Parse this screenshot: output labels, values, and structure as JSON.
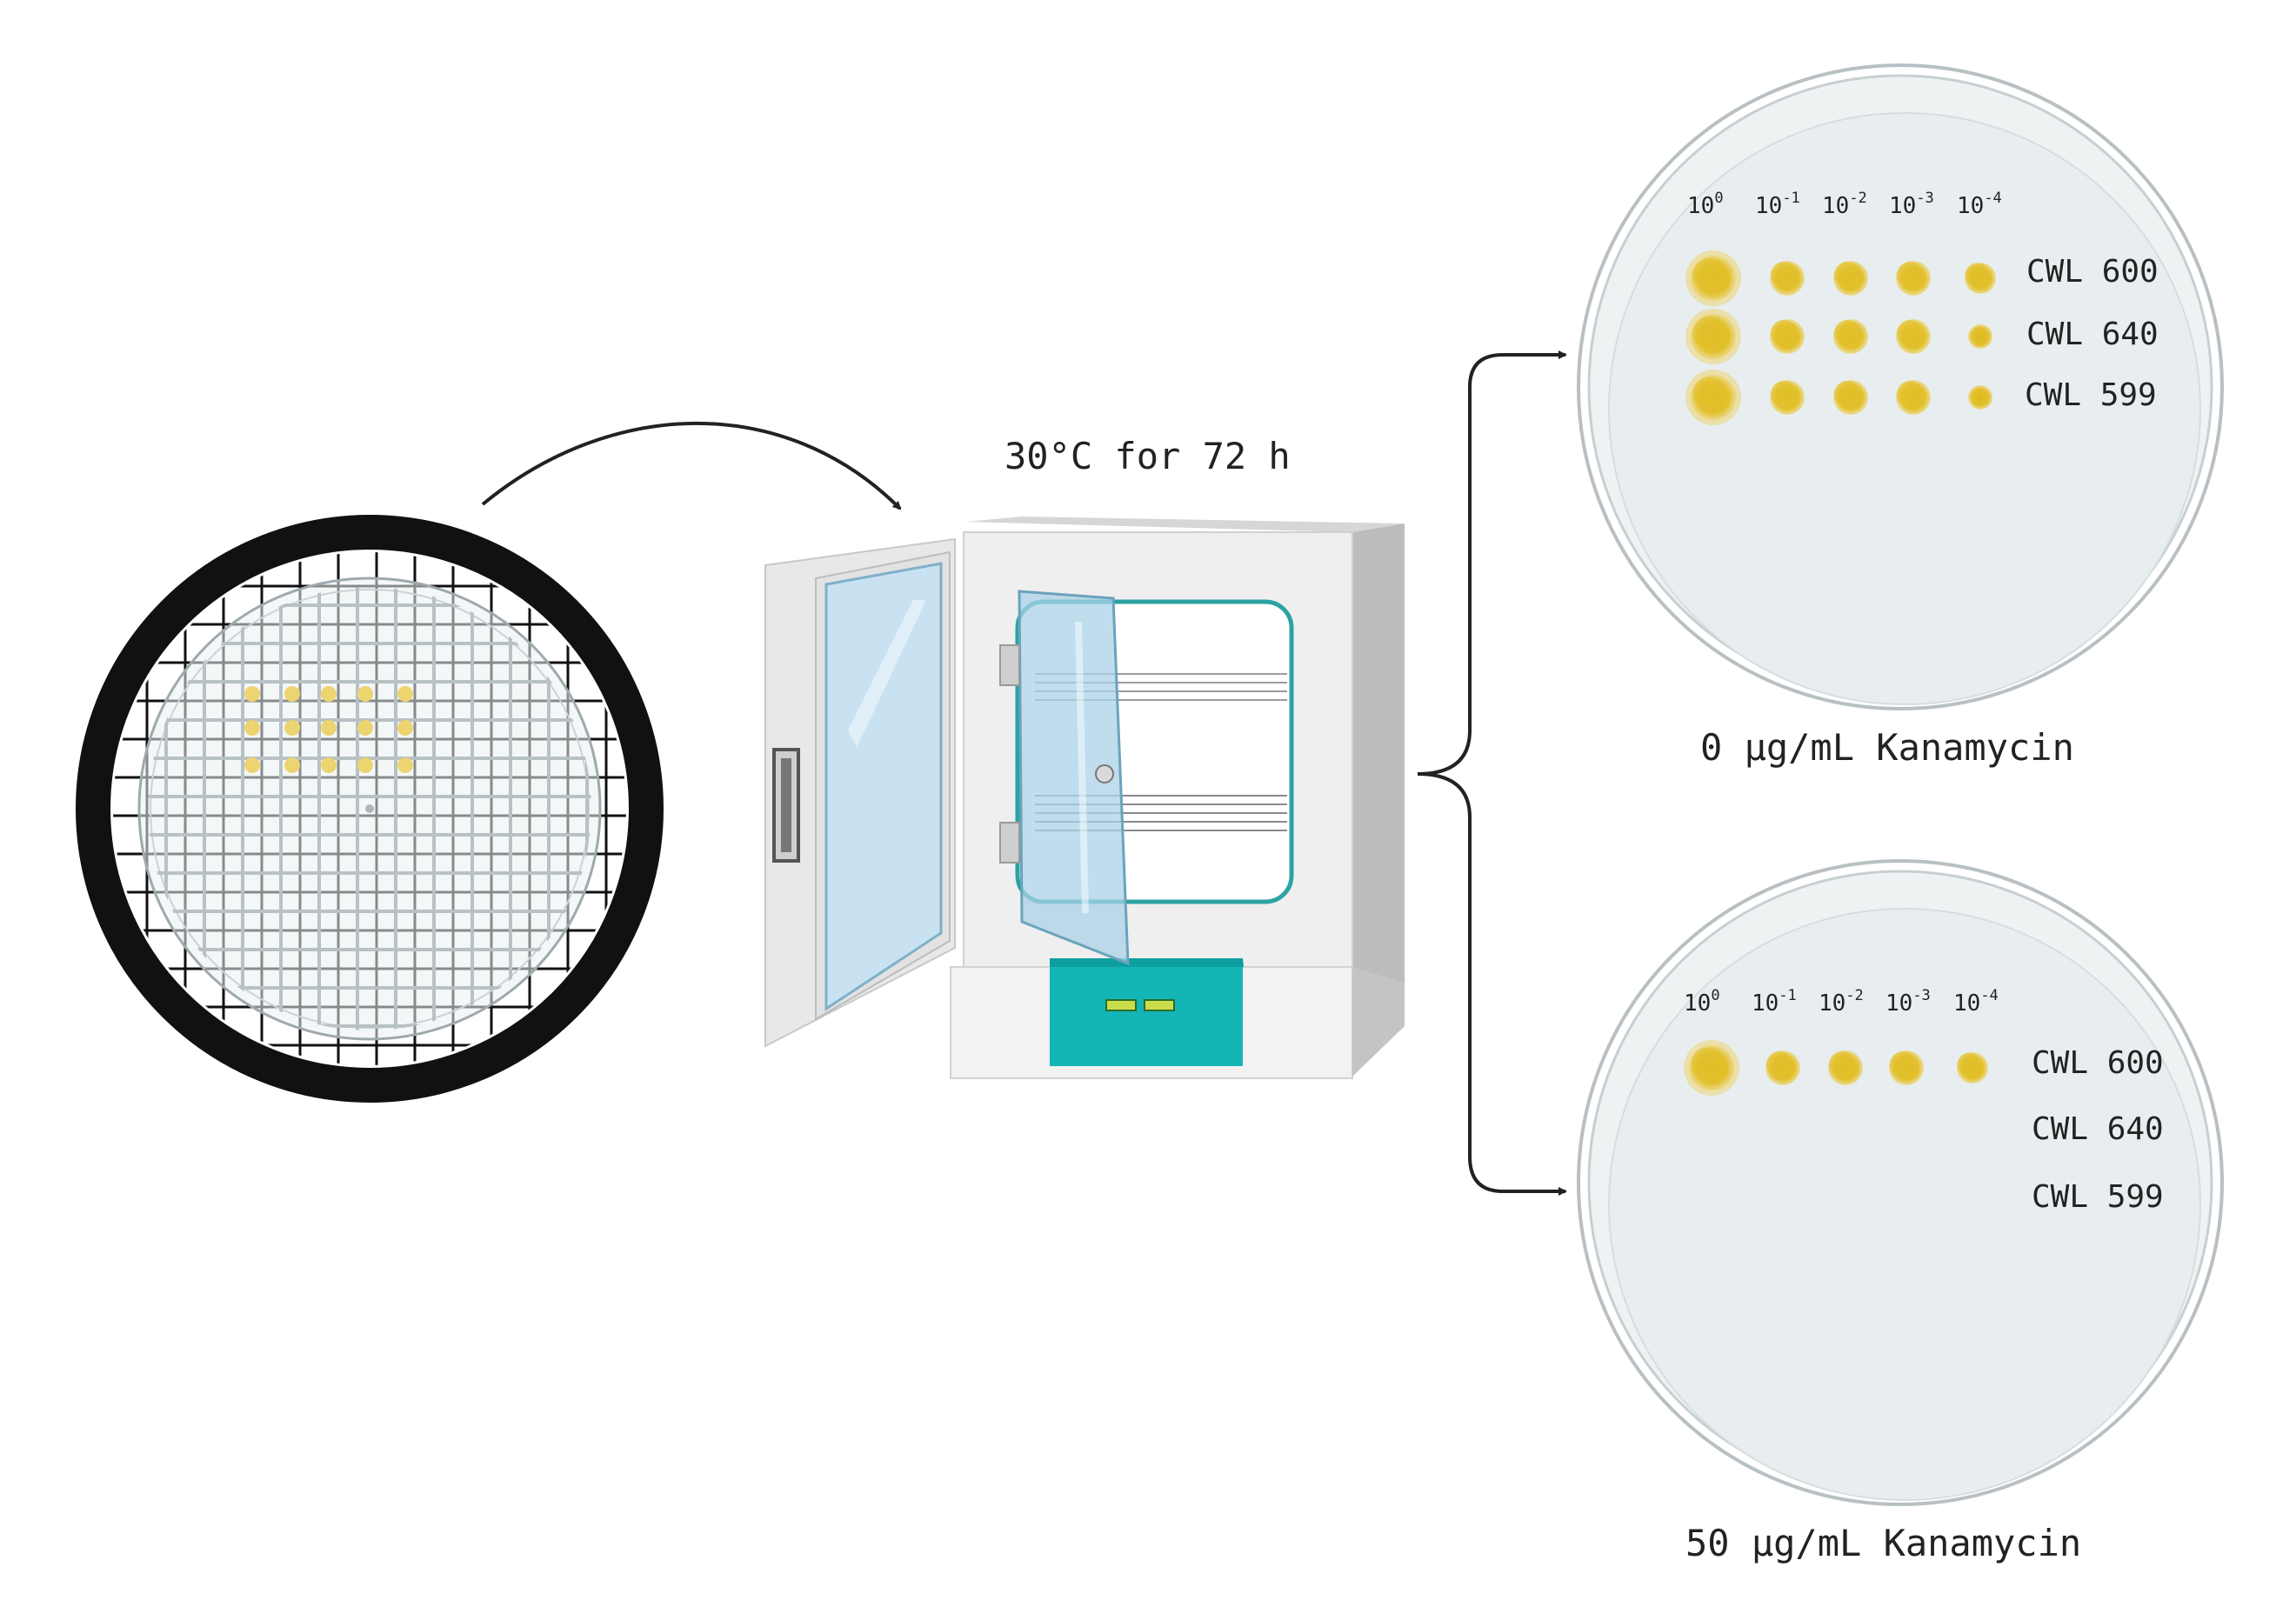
{
  "incubation_label": "30°C for 72 h",
  "plates": [
    {
      "name": "plate-0-kanamycin",
      "condition_label": "0 μg/mL Kanamycin",
      "dilutions": [
        {
          "base": "10",
          "exp": "0"
        },
        {
          "base": "10",
          "exp": "-1"
        },
        {
          "base": "10",
          "exp": "-2"
        },
        {
          "base": "10",
          "exp": "-3"
        },
        {
          "base": "10",
          "exp": "-4"
        }
      ],
      "strains": [
        "CWL 600",
        "CWL 640",
        "CWL 599"
      ],
      "growth": [
        [
          4,
          3,
          3,
          3,
          2
        ],
        [
          4,
          3,
          3,
          3,
          1
        ],
        [
          4,
          3,
          3,
          3,
          1
        ]
      ]
    },
    {
      "name": "plate-50-kanamycin",
      "condition_label": "50 μg/mL Kanamycin",
      "dilutions": [
        {
          "base": "10",
          "exp": "0"
        },
        {
          "base": "10",
          "exp": "-1"
        },
        {
          "base": "10",
          "exp": "-2"
        },
        {
          "base": "10",
          "exp": "-3"
        },
        {
          "base": "10",
          "exp": "-4"
        }
      ],
      "strains": [
        "CWL 600",
        "CWL 640",
        "CWL 599"
      ],
      "growth": [
        [
          4,
          3,
          3,
          3,
          2
        ],
        [
          0,
          0,
          0,
          0,
          0
        ],
        [
          0,
          0,
          0,
          0,
          0
        ]
      ]
    }
  ],
  "colors": {
    "colony": "#e2c12e",
    "colony_light": "#ecd471",
    "agar": "#e8eef0",
    "incubator_panel": "#13b5b6",
    "incubator_body": "#ebebeb",
    "arrow": "#222222",
    "ring": "#111111"
  }
}
